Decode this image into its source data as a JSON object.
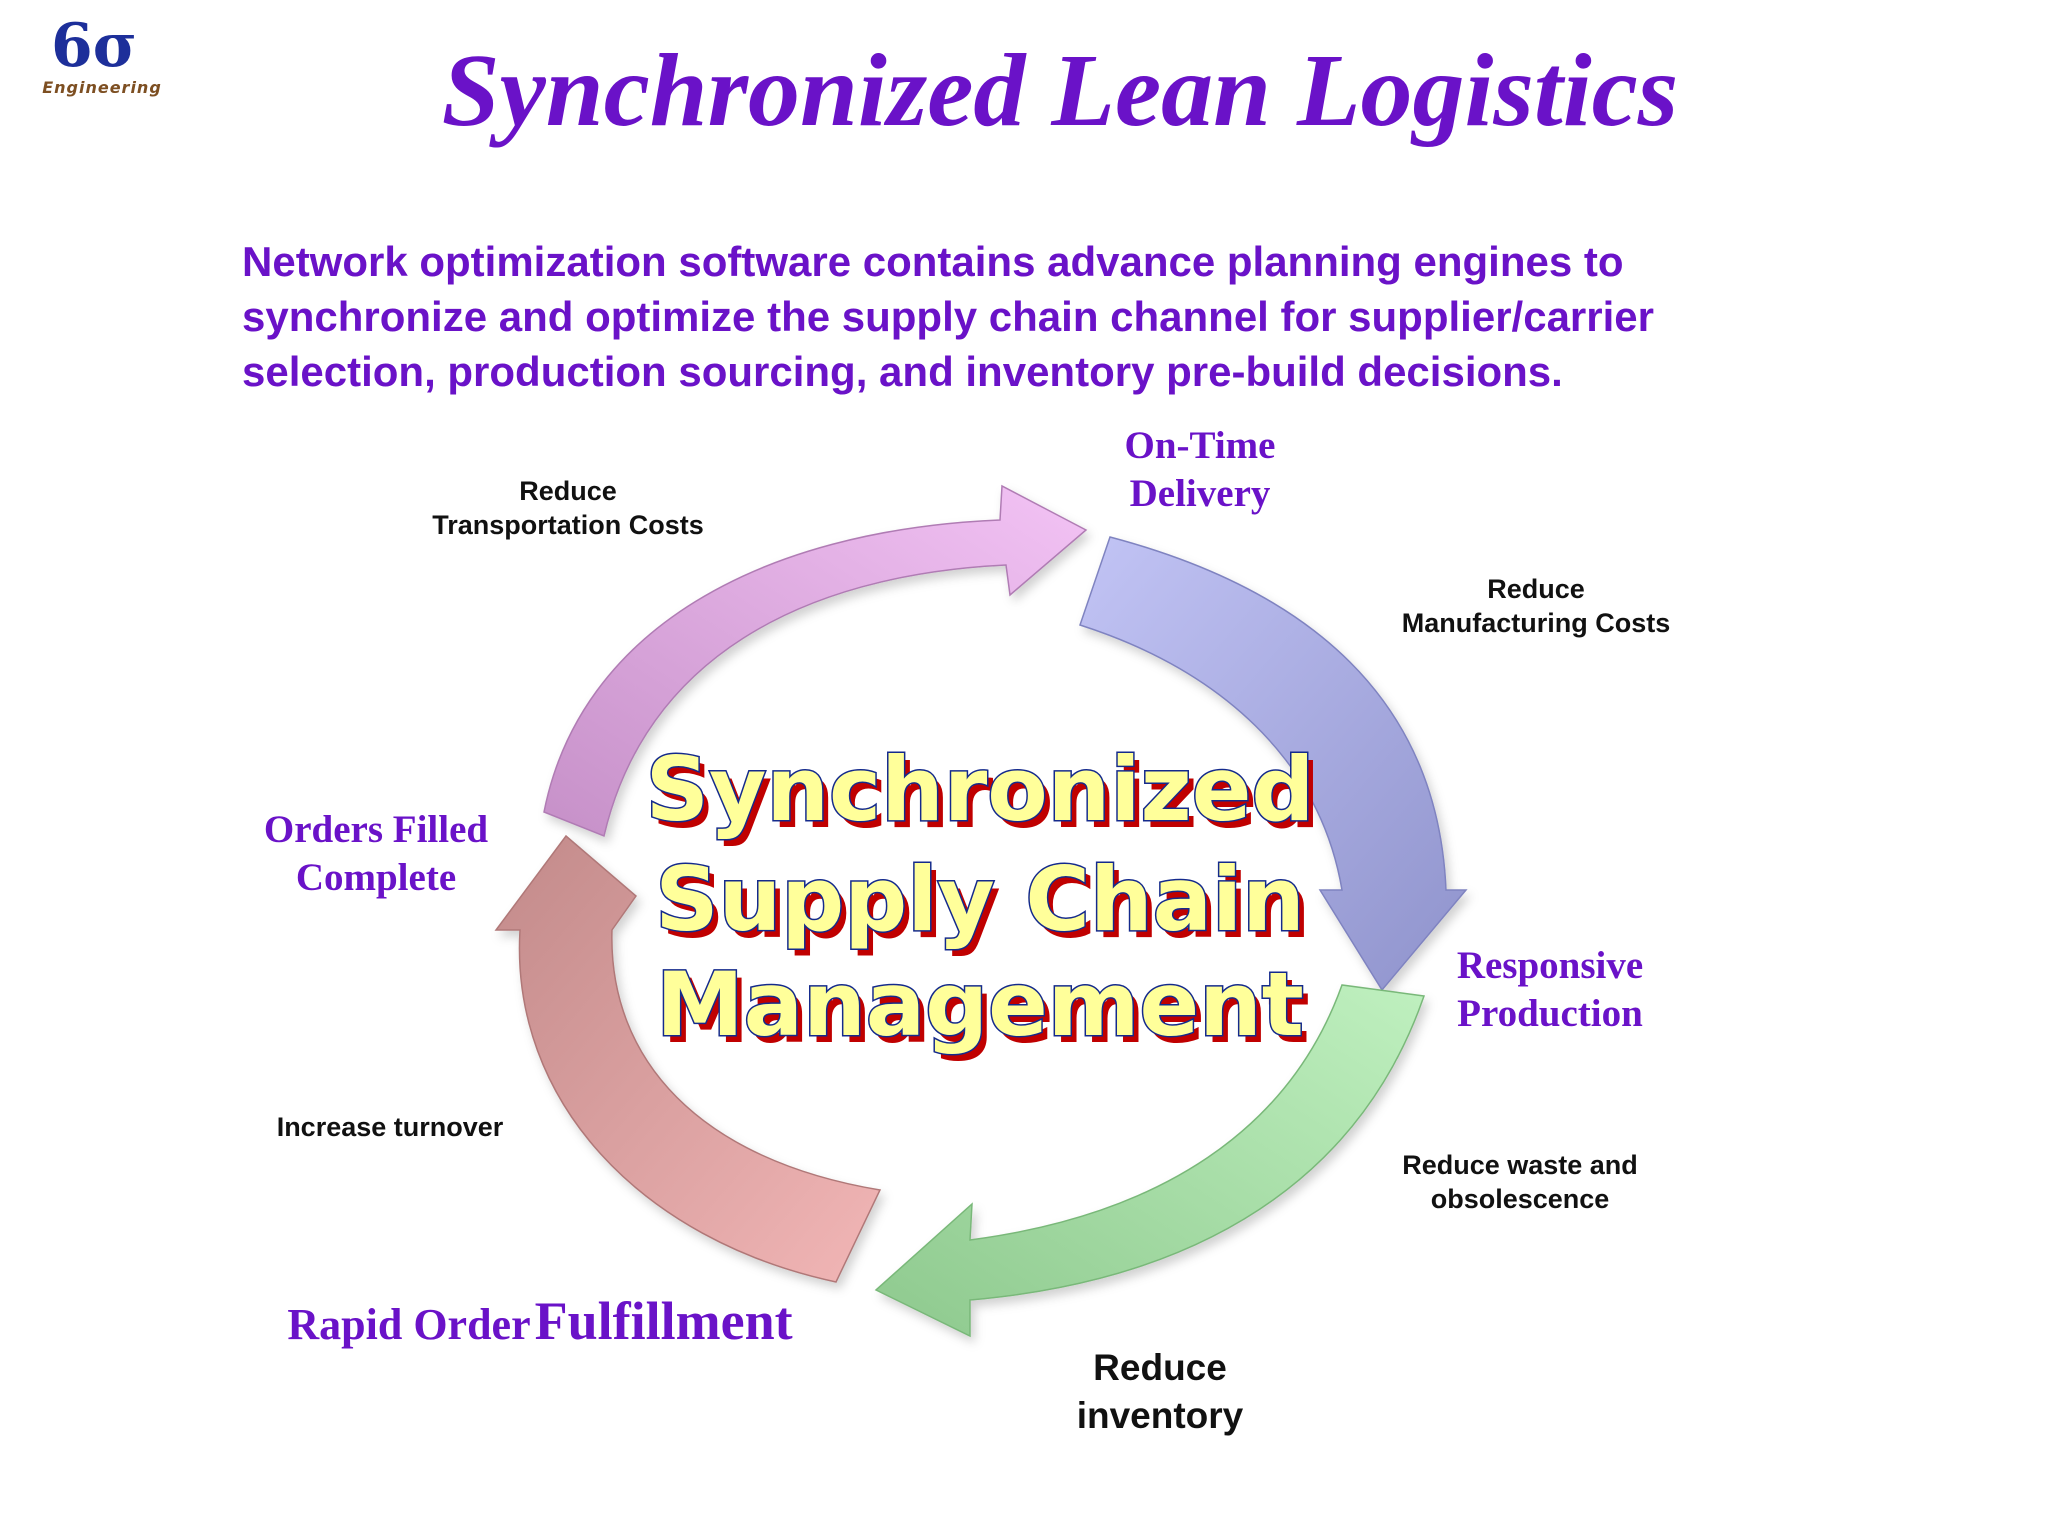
{
  "logo": {
    "mark": "6σ",
    "subtitle": "Engineering"
  },
  "title": "Synchronized Lean Logistics",
  "intro": {
    "lines": [
      "Network optimization software contains advance planning engines to",
      "synchronize and optimize the supply chain channel for supplier/carrier",
      "selection, production sourcing, and inventory pre-build decisions."
    ]
  },
  "center": {
    "lines": [
      "Synchronized",
      "Supply Chain",
      "Management"
    ]
  },
  "stages": {
    "on_time": [
      "On-Time",
      "Delivery"
    ],
    "responsive": [
      "Responsive",
      "Production"
    ],
    "orders_filled": [
      "Orders Filled",
      "Complete"
    ],
    "rapid_part1": "Rapid Order",
    "rapid_part2": "Fulfillment"
  },
  "benefits": {
    "transportation": [
      "Reduce",
      "Transportation Costs"
    ],
    "manufacturing": [
      "Reduce",
      "Manufacturing Costs"
    ],
    "waste": [
      "Reduce waste and",
      "obsolescence"
    ],
    "inventory": [
      "Reduce",
      "inventory"
    ],
    "turnover": "Increase turnover"
  },
  "colors": {
    "accent_purple": "#6a12c8",
    "arrow_pink": "#d49ad8",
    "arrow_blue": "#a3a6e4",
    "arrow_green": "#9fd69f",
    "arrow_red": "#d29898",
    "center_fill": "#ffff9a",
    "center_outline": "#142a8c",
    "center_shadow": "#c00000"
  }
}
